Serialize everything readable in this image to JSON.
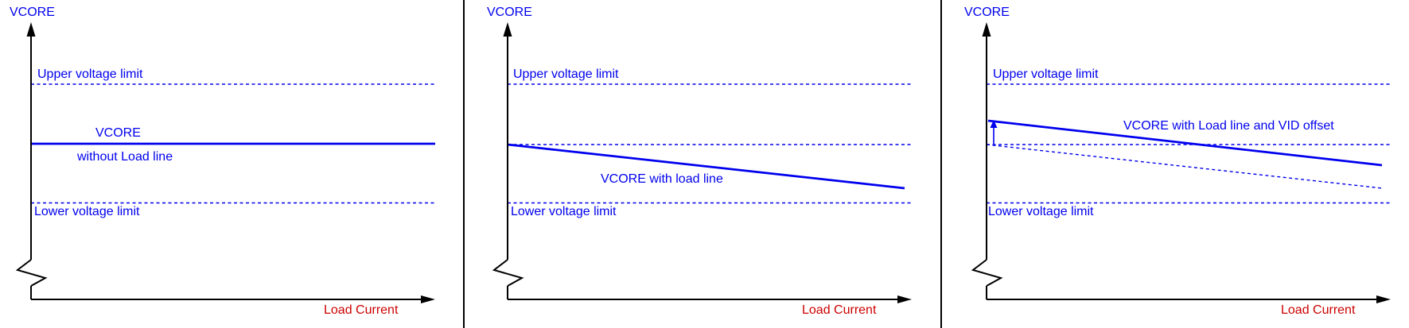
{
  "colors": {
    "blue": "#0000EE",
    "red": "#CC0000",
    "axis": "#000000",
    "background": "#FFFFFF"
  },
  "panels": [
    {
      "y_axis_label": "VCORE",
      "x_axis_label": "Load Current",
      "upper_limit_label": "Upper voltage limit",
      "lower_limit_label": "Lower voltage limit",
      "curve_label": "VCORE",
      "curve_sublabel": "without Load line"
    },
    {
      "y_axis_label": "VCORE",
      "x_axis_label": "Load Current",
      "upper_limit_label": "Upper voltage limit",
      "lower_limit_label": "Lower voltage limit",
      "curve_label": "VCORE with load line"
    },
    {
      "y_axis_label": "VCORE",
      "x_axis_label": "Load Current",
      "upper_limit_label": "Upper voltage limit",
      "lower_limit_label": "Lower voltage limit",
      "curve_label": "VCORE with Load line and VID offset"
    }
  ]
}
